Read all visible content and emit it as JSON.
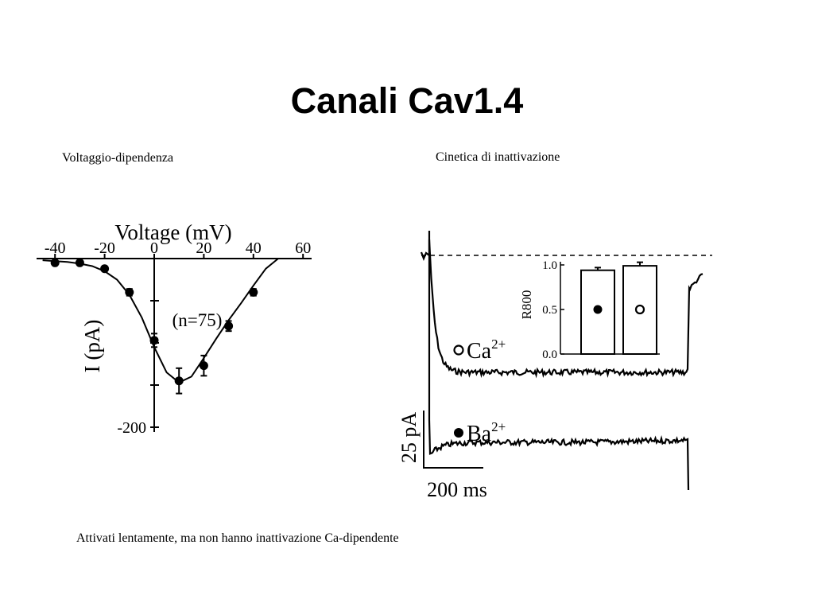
{
  "slide": {
    "title": "Canali Cav1.4",
    "caption_left": "Voltaggio-dipendenza",
    "caption_right": "Cinetica di inattivazione",
    "caption_bottom": "Attivati lentamente, ma non hanno inattivazione Ca-dipendente"
  },
  "chart_data": [
    {
      "type": "scatter",
      "xlabel": "Voltage (mV)",
      "ylabel": "I (pA)",
      "annotation": "(n=75)",
      "xlim": [
        -45,
        60
      ],
      "ylim": [
        -200,
        0
      ],
      "x_ticks": [
        -40,
        -20,
        0,
        20,
        40,
        60
      ],
      "y_tick_labels": [
        "-200"
      ],
      "series": [
        {
          "x": [
            -40,
            -30,
            -20,
            -10,
            0,
            10,
            20,
            30,
            40
          ],
          "y": [
            -5,
            -5,
            -12,
            -40,
            -97,
            -145,
            -127,
            -80,
            -40
          ],
          "err": [
            0,
            0,
            0,
            4,
            8,
            15,
            12,
            6,
            4
          ]
        }
      ],
      "fit": {
        "x": [
          -45,
          -40,
          -35,
          -30,
          -25,
          -20,
          -15,
          -10,
          -5,
          0,
          5,
          10,
          15,
          20,
          25,
          30,
          35,
          40,
          45,
          50
        ],
        "y": [
          -2,
          -3,
          -4,
          -6,
          -9,
          -15,
          -25,
          -43,
          -70,
          -105,
          -135,
          -147,
          -140,
          -118,
          -95,
          -73,
          -53,
          -32,
          -12,
          0
        ]
      }
    },
    {
      "type": "line",
      "scale_bar": {
        "y": "25 pA",
        "x": "200 ms"
      },
      "series": [
        {
          "name": "Ca2+",
          "marker": "open"
        },
        {
          "name": "Ba2+",
          "marker": "filled"
        }
      ],
      "inset": {
        "type": "bar",
        "ylabel": "R800",
        "ylim": [
          0,
          1.0
        ],
        "y_ticks": [
          "0.0",
          "0.5",
          "1.0"
        ],
        "bars": [
          {
            "marker": "filled",
            "value": 0.94,
            "err": 0.03
          },
          {
            "marker": "open",
            "value": 0.99,
            "err": 0.04
          }
        ]
      }
    }
  ]
}
